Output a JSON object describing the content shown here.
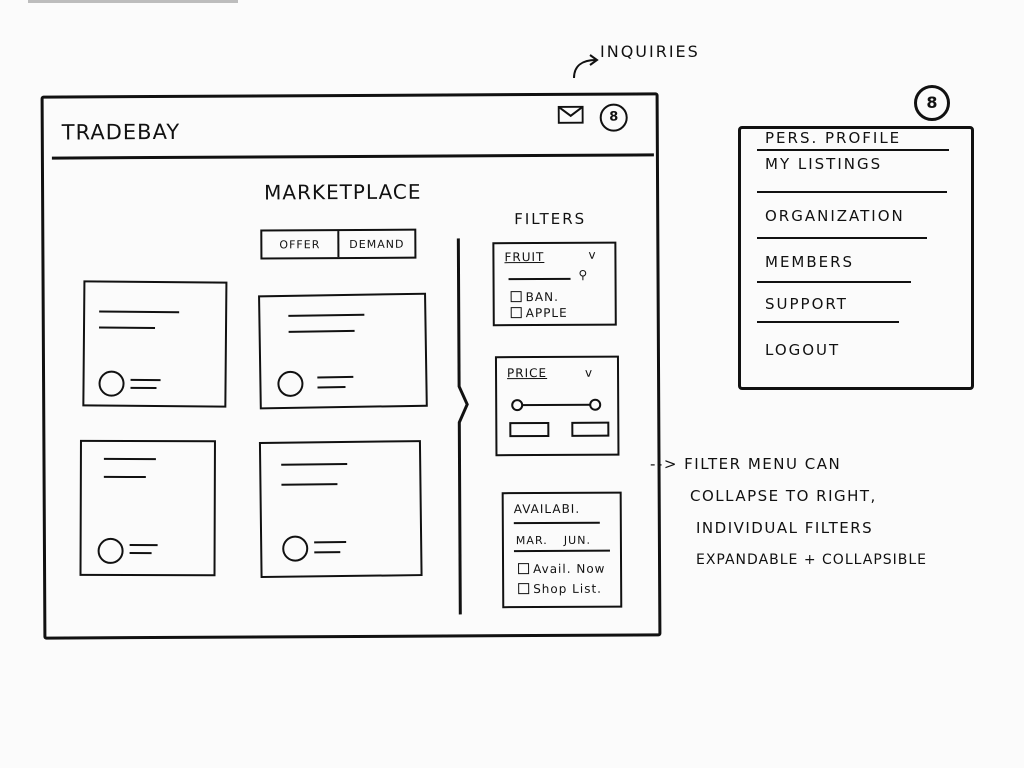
{
  "app": {
    "title": "TRADEBAY"
  },
  "annotations": {
    "inquiries": "INQUIRIES",
    "filter_note_lines": [
      "FILTER MENU CAN",
      "COLLAPSE TO RIGHT,",
      "INDIVIDUAL FILTERS",
      "EXPANDABLE + COLLAPSIBLE"
    ]
  },
  "header": {
    "user_badge": "8"
  },
  "marketplace": {
    "title": "MARKETPLACE",
    "segments": [
      "OFFER",
      "DEMAND"
    ]
  },
  "filters": {
    "title": "FILTERS",
    "fruit": {
      "label": "FRUIT",
      "options": [
        "BAN.",
        "APPLE"
      ]
    },
    "price": {
      "label": "PRICE"
    },
    "availability": {
      "label": "AVAILABI.",
      "months": [
        "MAR.",
        "JUN."
      ],
      "options": [
        "Avail. Now",
        "Shop List."
      ]
    }
  },
  "profile_menu": {
    "badge": "8",
    "items": [
      "PERS. PROFILE",
      "MY LISTINGS",
      "ORGANIZATION",
      "MEMBERS",
      "SUPPORT",
      "LOGOUT"
    ]
  }
}
